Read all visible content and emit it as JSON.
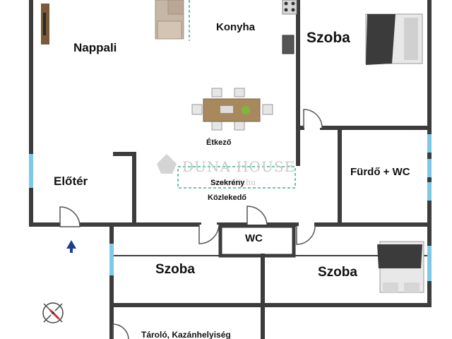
{
  "rooms": {
    "nappali": "Nappali",
    "konyha": "Konyha",
    "szoba_top_right": "Szoba",
    "etkezo": "Étkező",
    "eloter": "Előtér",
    "furdo_wc": "Fürdő + WC",
    "szekreny": "Szekrény",
    "kozlekedo": "Közlekedő",
    "wc": "WC",
    "szoba_middle": "Szoba",
    "szoba_right": "Szoba",
    "tarolo": "Tároló, Kazánhelyiség"
  },
  "watermark": {
    "brand": "DUNA HOUSE",
    "url": "www.dh.hu"
  },
  "icons": {
    "compass": "compass-rose-icon",
    "entrance": "entrance-arrow-icon"
  },
  "colors": {
    "wall": "#3c3c3c",
    "window": "#7ec9e8",
    "cabinet_outline": "#3cb38a",
    "sofa": "#c6b6a6",
    "bed_dark": "#3b3b3b",
    "entrance_arrow": "#1e3f8f",
    "compass_red": "#d12b2b"
  }
}
